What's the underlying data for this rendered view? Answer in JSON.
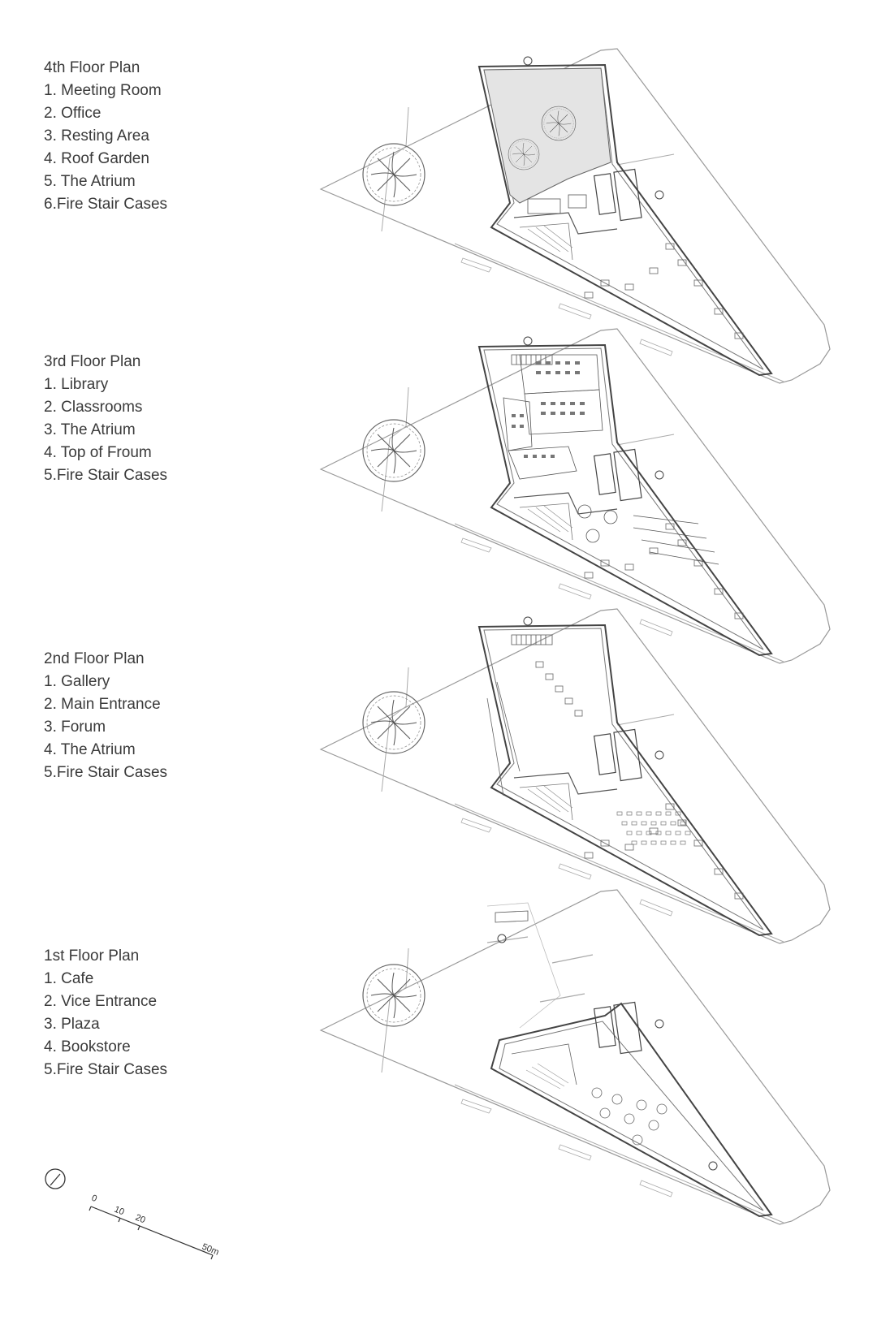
{
  "floors": [
    {
      "id": "4",
      "title": "4th Floor Plan",
      "items": [
        "1. Meeting Room",
        "2. Office",
        "3. Resting Area",
        "4. Roof Garden",
        "5. The Atrium",
        "6.Fire Stair Cases"
      ]
    },
    {
      "id": "3",
      "title": "3rd Floor Plan",
      "items": [
        "1. Library",
        "2. Classrooms",
        "3. The Atrium",
        "4. Top of Froum",
        "5.Fire Stair Cases"
      ]
    },
    {
      "id": "2",
      "title": "2nd Floor Plan",
      "items": [
        "1. Gallery",
        "2. Main Entrance",
        "3. Forum",
        "4. The Atrium",
        "5.Fire Stair Cases"
      ]
    },
    {
      "id": "1",
      "title": "1st Floor Plan",
      "items": [
        "1. Cafe",
        "2. Vice Entrance",
        "3. Plaza",
        "4. Bookstore",
        "5.Fire Stair Cases"
      ]
    }
  ],
  "scale_bar": {
    "labels": [
      "0",
      "10",
      "20",
      "50m"
    ]
  },
  "colors": {
    "line": "#555555",
    "light_line": "#9a9a9a",
    "garden_fill": "#e4e4e4"
  }
}
